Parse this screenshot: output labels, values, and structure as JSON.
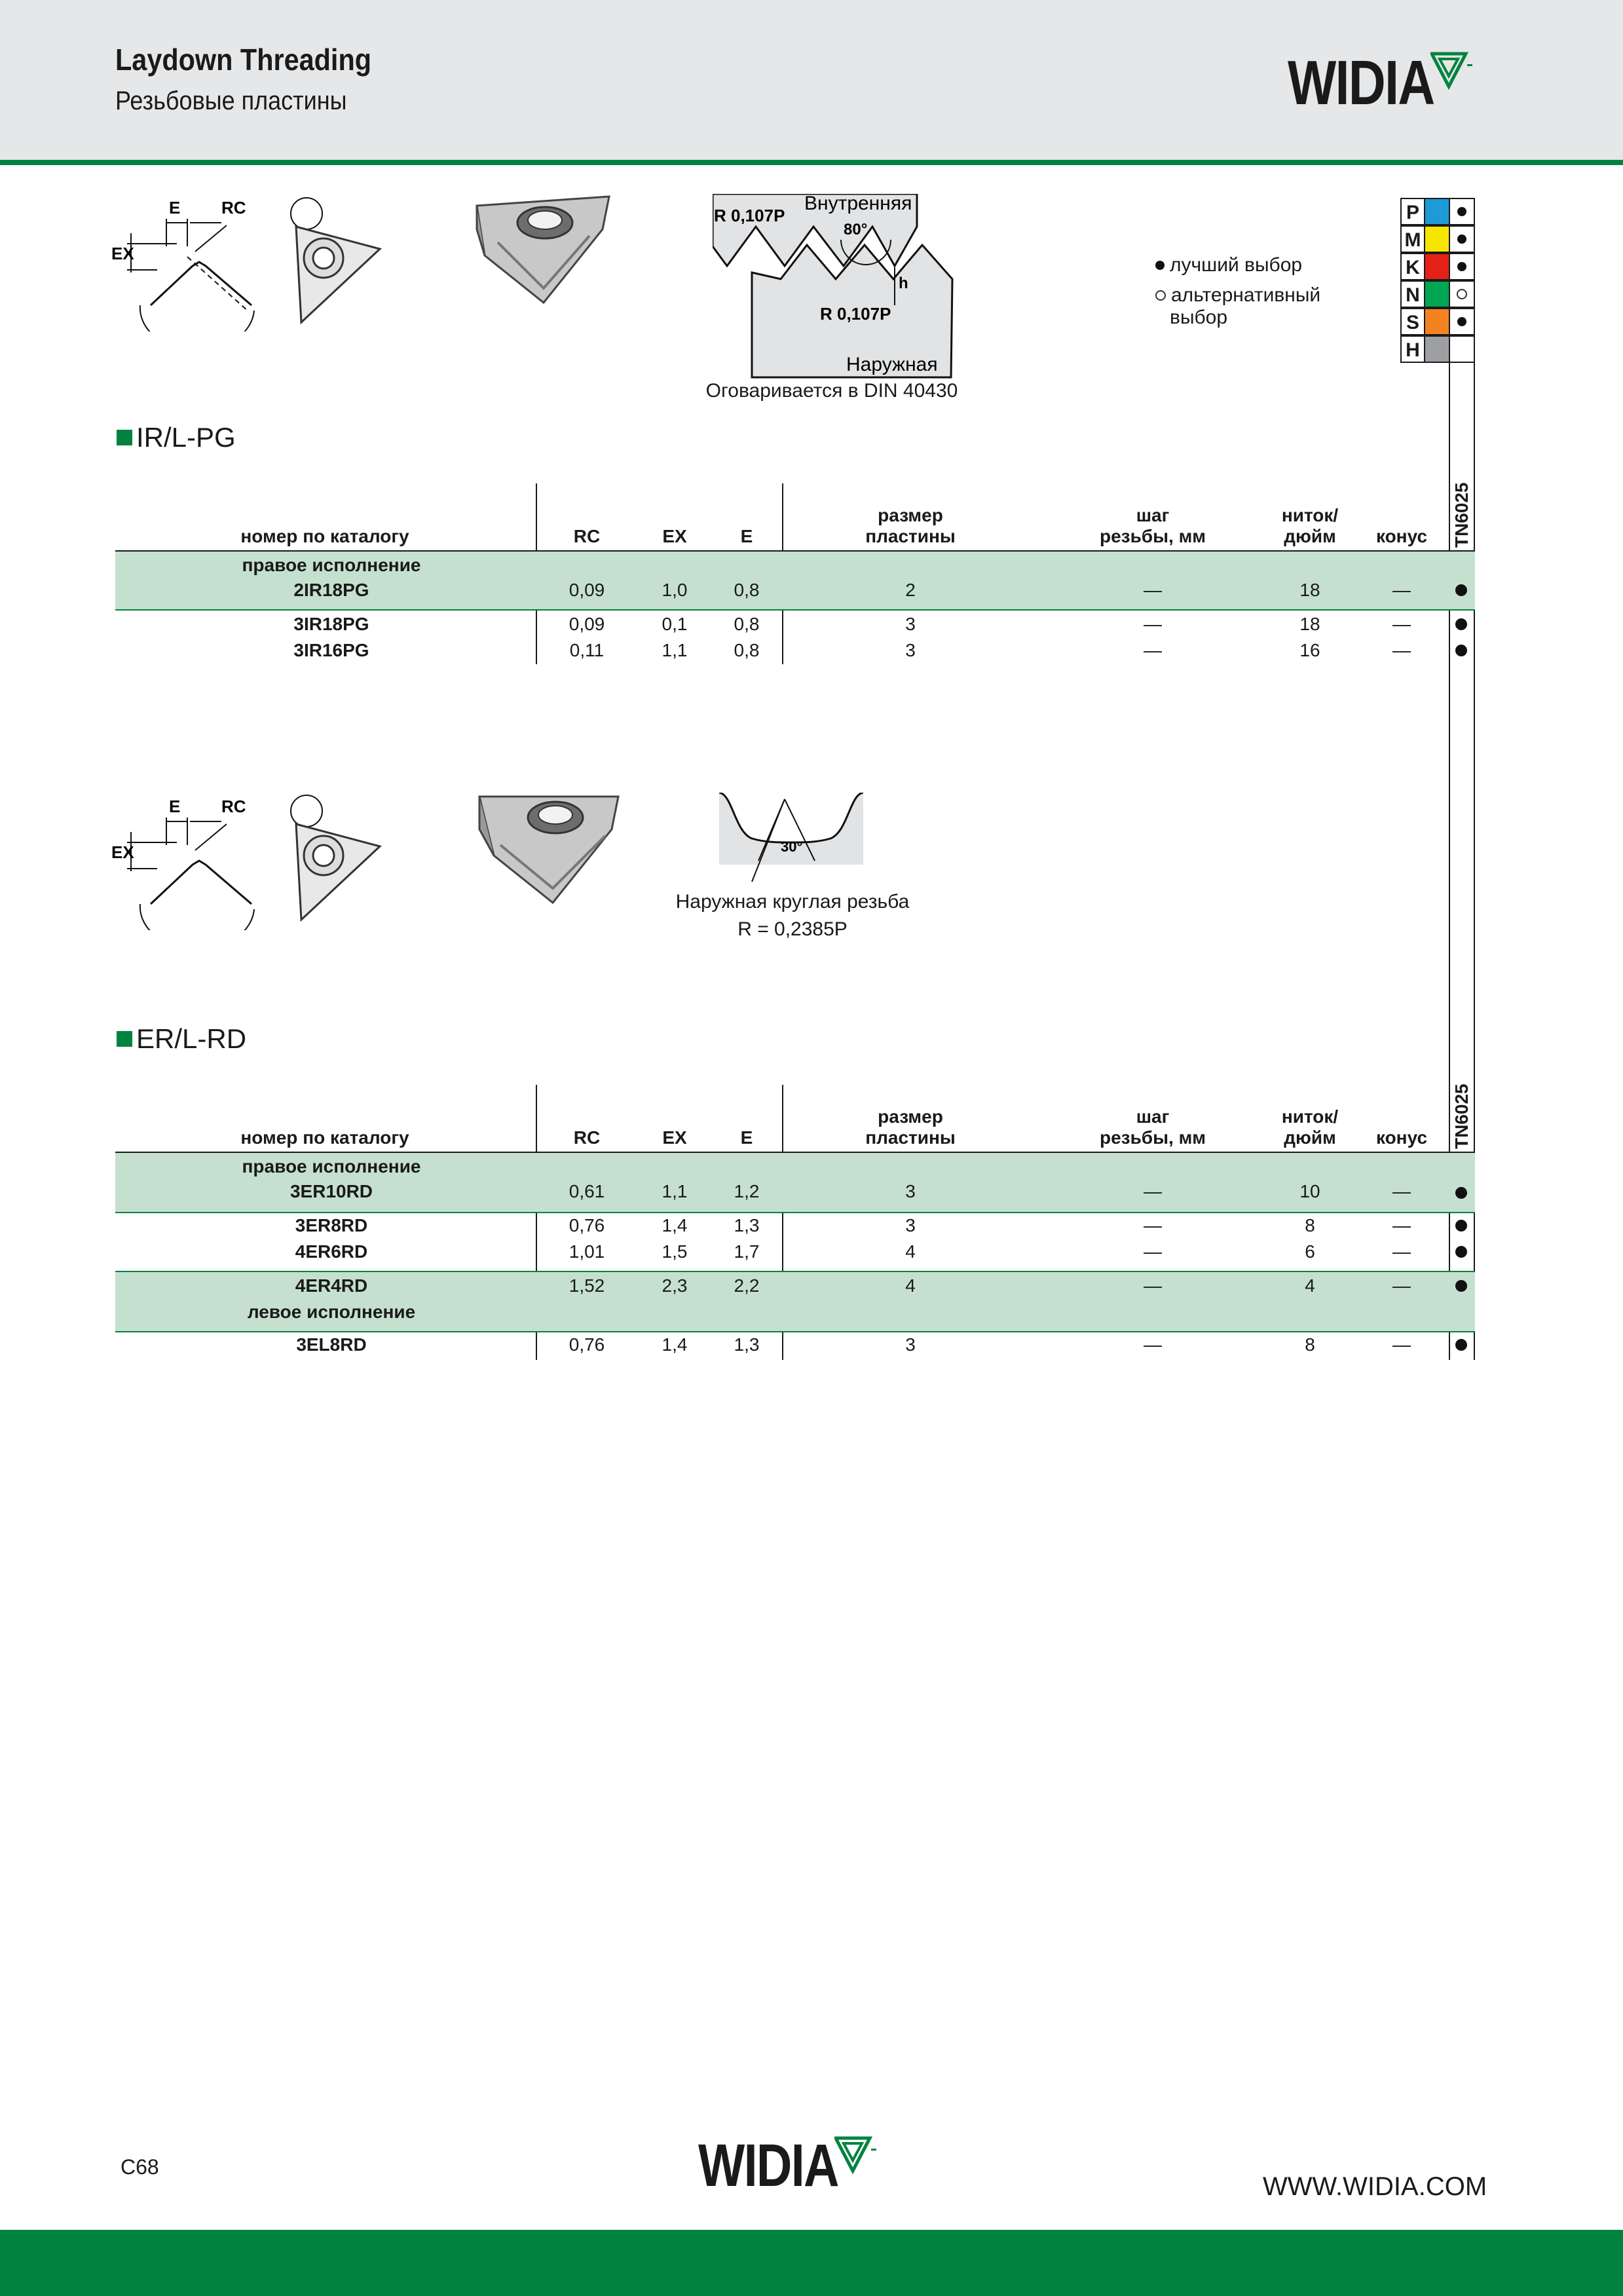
{
  "header": {
    "title": "Laydown Threading",
    "subtitle": "Резьбовые пластины",
    "logo": "WIDIA"
  },
  "colors": {
    "brand_green": "#00833f",
    "band_green": "#c5e0cf",
    "header_gray": "#e6e7e8"
  },
  "grades": {
    "items": [
      {
        "letter": "P",
        "color": "#1e9ad6",
        "mark": "filled"
      },
      {
        "letter": "M",
        "color": "#f5e500",
        "mark": "filled"
      },
      {
        "letter": "K",
        "color": "#e32119",
        "mark": "filled"
      },
      {
        "letter": "N",
        "color": "#00a651",
        "mark": "open"
      },
      {
        "letter": "S",
        "color": "#f58220",
        "mark": "filled"
      },
      {
        "letter": "H",
        "color": "#9d9fa2",
        "mark": "none"
      }
    ],
    "grade_name": "TN6025"
  },
  "legend": {
    "best": "лучший выбор",
    "alt_line1": "альтернативный",
    "alt_line2": "выбор"
  },
  "diagram1": {
    "label_E": "E",
    "label_RC": "RC",
    "label_EX": "EX",
    "thread_internal": "Внутренняя",
    "thread_external": "Наружная",
    "radius_top": "R 0,107P",
    "radius_bottom": "R 0,107P",
    "angle": "80°",
    "h": "h",
    "caption": "Оговаривается в DIN 40430"
  },
  "diagram2": {
    "label_E": "E",
    "label_RC": "RC",
    "label_EX": "EX",
    "angle": "30°",
    "caption_line1": "Наружная круглая резьба",
    "caption_line2": "R =  0,2385P"
  },
  "columns": {
    "catalog": "номер по каталогу",
    "rc": "RC",
    "ex": "EX",
    "e": "E",
    "size_line1": "размер",
    "size_line2": "пластины",
    "pitch_line1": "шаг",
    "pitch_line2": "резьбы, мм",
    "tpi_line1": "ниток/",
    "tpi_line2": "дюйм",
    "taper": "конус"
  },
  "section1": {
    "title": "IR/L-PG",
    "group_label": "правое исполнение",
    "rows": [
      {
        "catalog": "2IR18PG",
        "rc": "0,09",
        "ex": "1,0",
        "e": "0,8",
        "size": "2",
        "pitch": "—",
        "tpi": "18",
        "taper": "—"
      },
      {
        "catalog": "3IR18PG",
        "rc": "0,09",
        "ex": "0,1",
        "e": "0,8",
        "size": "3",
        "pitch": "—",
        "tpi": "18",
        "taper": "—"
      },
      {
        "catalog": "3IR16PG",
        "rc": "0,11",
        "ex": "1,1",
        "e": "0,8",
        "size": "3",
        "pitch": "—",
        "tpi": "16",
        "taper": "—"
      }
    ]
  },
  "section2": {
    "title": "ER/L-RD",
    "group_right": "правое исполнение",
    "group_left": "левое исполнение",
    "rows": [
      {
        "catalog": "3ER10RD",
        "rc": "0,61",
        "ex": "1,1",
        "e": "1,2",
        "size": "3",
        "pitch": "—",
        "tpi": "10",
        "taper": "—"
      },
      {
        "catalog": "3ER8RD",
        "rc": "0,76",
        "ex": "1,4",
        "e": "1,3",
        "size": "3",
        "pitch": "—",
        "tpi": "8",
        "taper": "—"
      },
      {
        "catalog": "4ER6RD",
        "rc": "1,01",
        "ex": "1,5",
        "e": "1,7",
        "size": "4",
        "pitch": "—",
        "tpi": "6",
        "taper": "—"
      },
      {
        "catalog": "4ER4RD",
        "rc": "1,52",
        "ex": "2,3",
        "e": "2,2",
        "size": "4",
        "pitch": "—",
        "tpi": "4",
        "taper": "—"
      },
      {
        "catalog": "3EL8RD",
        "rc": "0,76",
        "ex": "1,4",
        "e": "1,3",
        "size": "3",
        "pitch": "—",
        "tpi": "8",
        "taper": "—"
      }
    ]
  },
  "footer": {
    "page": "C68",
    "website": "WWW.WIDIA.COM",
    "logo": "WIDIA"
  }
}
